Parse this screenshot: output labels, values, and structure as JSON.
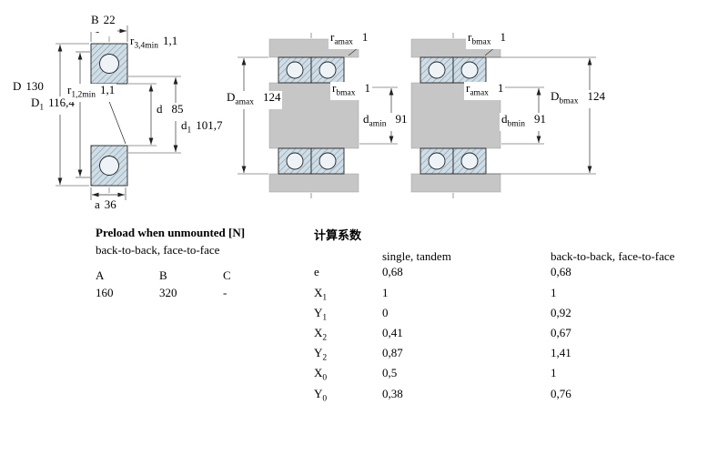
{
  "bearing_drawing": {
    "B": {
      "base": "B",
      "value": "22"
    },
    "r34": {
      "base": "r",
      "sub": "3,4min",
      "value": "1,1"
    },
    "D": {
      "base": "D",
      "value": "130"
    },
    "D1": {
      "base": "D",
      "sub": "1",
      "value": "116,4"
    },
    "r12": {
      "base": "r",
      "sub": "1,2min",
      "value": "1,1"
    },
    "d": {
      "base": "d",
      "value": "85"
    },
    "d1": {
      "base": "d",
      "sub": "1",
      "value": "101,7"
    },
    "a": {
      "base": "a",
      "value": "36"
    }
  },
  "mounting_dims": {
    "ra_top": {
      "base": "r",
      "sub": "amax",
      "value": "1"
    },
    "Da": {
      "base": "D",
      "sub": "amax",
      "value": "124"
    },
    "rb_mid": {
      "base": "r",
      "sub": "bmax",
      "value": "1"
    },
    "da": {
      "base": "d",
      "sub": "amin",
      "value": "91"
    },
    "rb_top": {
      "base": "r",
      "sub": "bmax",
      "value": "1"
    },
    "ra_mid": {
      "base": "r",
      "sub": "amax",
      "value": "1"
    },
    "db": {
      "base": "d",
      "sub": "bmin",
      "value": "91"
    },
    "Db": {
      "base": "D",
      "sub": "bmax",
      "value": "124"
    }
  },
  "preload_table": {
    "title": "Preload when unmounted [N]",
    "subtitle": "back-to-back, face-to-face",
    "headers": [
      "A",
      "B",
      "C"
    ],
    "values": [
      "160",
      "320",
      "-"
    ]
  },
  "factors_table": {
    "title": "计算系数",
    "col1": "single, tandem",
    "col2": "back-to-back, face-to-face",
    "rows": [
      {
        "base": "e",
        "sub": "",
        "v1": "0,68",
        "v2": "0,68"
      },
      {
        "base": "X",
        "sub": "1",
        "v1": "1",
        "v2": "1"
      },
      {
        "base": "Y",
        "sub": "1",
        "v1": "0",
        "v2": "0,92"
      },
      {
        "base": "X",
        "sub": "2",
        "v1": "0,41",
        "v2": "0,67"
      },
      {
        "base": "Y",
        "sub": "2",
        "v1": "0,87",
        "v2": "1,41"
      },
      {
        "base": "X",
        "sub": "0",
        "v1": "0,5",
        "v2": "1"
      },
      {
        "base": "Y",
        "sub": "0",
        "v1": "0,38",
        "v2": "0,76"
      }
    ]
  },
  "colors": {
    "shaft_gray": "#c6c6c6",
    "bearing_section_fill": "#cfdde6",
    "hatch_line": "#7d93a1"
  }
}
